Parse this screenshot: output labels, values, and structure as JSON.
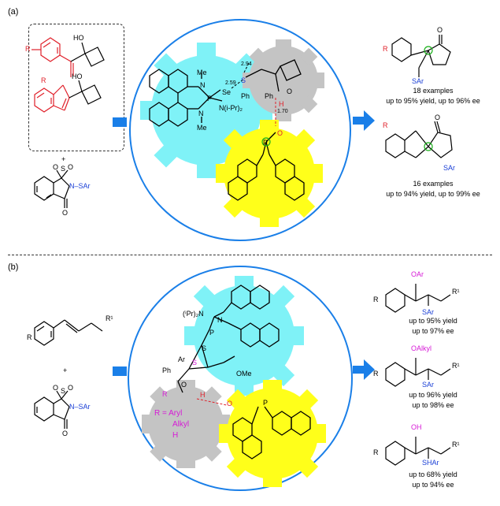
{
  "panel_a": {
    "label": "(a)",
    "plus": "+",
    "reagent_N_SAr": "N–SAr",
    "catalyst_labels": {
      "me1": "Me",
      "me2": "Me",
      "se": "Se",
      "p": "P",
      "n_ipr2": "N(i-Pr)₂",
      "s_plus": "S",
      "ph_left": "Ph",
      "ph_right": "Ph",
      "dist1": "2.59",
      "dist2": "2.94",
      "dist3": "1.70",
      "o_label": "O",
      "h_label": "H",
      "ho1": "HO",
      "ho2": "HO",
      "r1": "R",
      "r2": "R"
    },
    "product1": {
      "sar": "SAr",
      "examples": "18 examples",
      "yield": "up to 95% yield, up to 96% ee",
      "r": "R",
      "o": "O"
    },
    "product2": {
      "sar": "SAr",
      "examples": "16 examples",
      "yield": "up to 94% yield, up to 99% ee",
      "r": "R",
      "o": "O"
    }
  },
  "panel_b": {
    "label": "(b)",
    "plus": "+",
    "r_sub": "R",
    "r1_sub": "R¹",
    "reagent_N_SAr": "N–SAr",
    "catalyst_labels": {
      "ipr2n": "(ⁱPr)₂N",
      "n_me": "N",
      "p": "P",
      "s": "S",
      "ar": "Ar",
      "s_plus": "S",
      "ph": "Ph",
      "r_small": "R",
      "o_label": "O",
      "h_label": "H",
      "ome": "OMe",
      "r_def_1": "R = Aryl",
      "r_def_2": "Alkyl",
      "r_def_3": "H"
    },
    "product1": {
      "top": "OAr",
      "side": "SAr",
      "r": "R",
      "r1": "R¹",
      "l1": "up to 95% yield",
      "l2": "up to 97% ee"
    },
    "product2": {
      "top": "OAlkyl",
      "side": "SAr",
      "r": "R",
      "r1": "R¹",
      "l1": "up to 96% yield",
      "l2": "up to 98% ee"
    },
    "product3": {
      "top": "OH",
      "side": "SHAr",
      "r": "R",
      "r1": "R¹",
      "l1": "up to 68% yield",
      "l2": "up to 94% ee"
    }
  },
  "colors": {
    "cyan_gear": "#7ff2f7",
    "gray_gear": "#c4c4c4",
    "yellow_gear": "#ffff1a",
    "arrow_blue": "#1a7fe8",
    "red": "#e0202a",
    "magenta": "#d61ad6",
    "blue_text": "#1a3fd6",
    "green": "#1ab01a"
  }
}
